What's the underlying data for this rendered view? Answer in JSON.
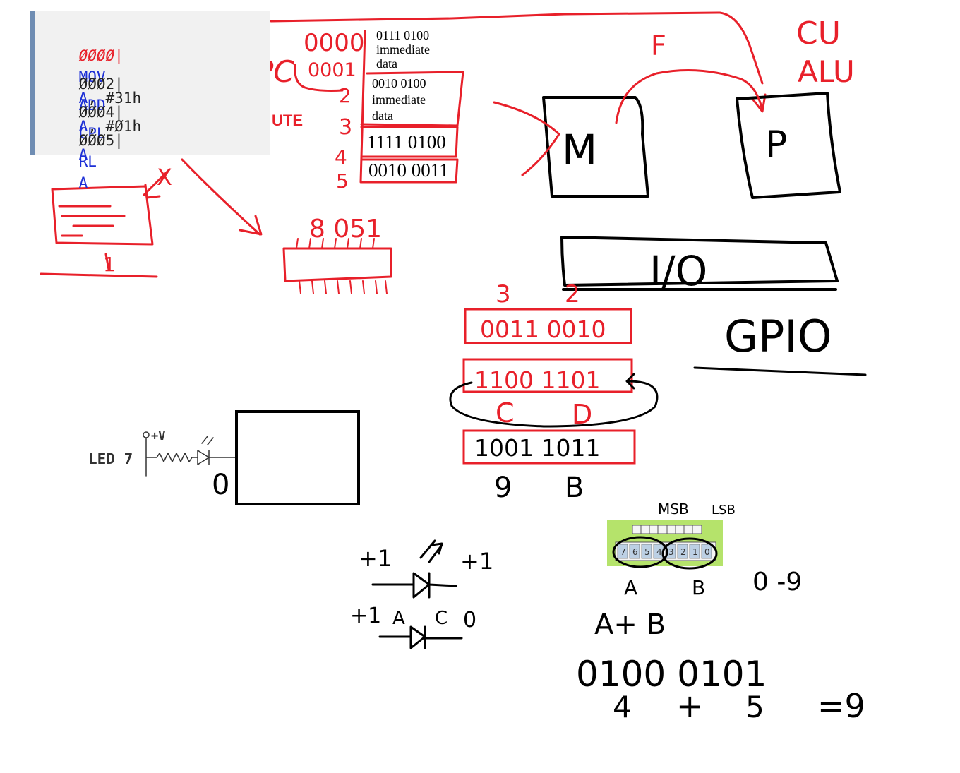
{
  "code": {
    "lines": [
      {
        "addr": "ØØØØ|",
        "op": "MOV",
        "args": "A, #31h"
      },
      {
        "addr": "ØØØ2|",
        "op": "ADD",
        "args": "A, #Ø1h"
      },
      {
        "addr": "ØØØ4|",
        "op": "CPL",
        "args": "A"
      },
      {
        "addr": "ØØØ5|",
        "op": "RL",
        "args": "A"
      }
    ],
    "partial_label": "UTE"
  },
  "memory": {
    "start_addr": "0000",
    "pc_label": "PC",
    "pc_value": "0001",
    "row_numbers": [
      "2",
      "3",
      "4",
      "5"
    ],
    "cells": [
      {
        "line1": "0111 0100",
        "line2": "immediate",
        "line3": "data"
      },
      {
        "line1": "0010 0100",
        "line2": "immediate",
        "line3": "data"
      },
      {
        "line1": "1111 0100"
      },
      {
        "line1": "0010 0011"
      }
    ]
  },
  "architecture": {
    "memory_label": "M",
    "processor_label": "P",
    "fetch_label": "F",
    "cu_label": "CU",
    "alu_label": "ALU",
    "io_label": "I/O",
    "gpio_label": "GPIO",
    "chip_label": "8 051",
    "cross_mark": "X",
    "pc_number": "1"
  },
  "registers": {
    "top_digits": [
      "3",
      "2"
    ],
    "row1": "0011 0010",
    "row2": "1100 1101",
    "row2_digits": [
      "C",
      "D"
    ],
    "row3": "1001 1011",
    "row3_digits": [
      "9",
      "B"
    ]
  },
  "led": {
    "label": "LED 7",
    "supply": "+V",
    "pin_value": "0"
  },
  "diode_notes": {
    "top_left": "+1",
    "top_right": "+1",
    "bottom_left": "+1",
    "anode": "A",
    "cathode": "C",
    "bottom_right": "0"
  },
  "switch": {
    "msb_label": "MSB",
    "lsb_label": "LSB",
    "bits": [
      "7",
      "6",
      "5",
      "4",
      "3",
      "2",
      "1",
      "0"
    ],
    "group_a": "A",
    "group_b": "B",
    "range_label": "0 -9",
    "sum_label": "A+ B",
    "binary": "0100 0101",
    "decimal_expr": [
      "4",
      "+",
      "5",
      "=9"
    ]
  }
}
